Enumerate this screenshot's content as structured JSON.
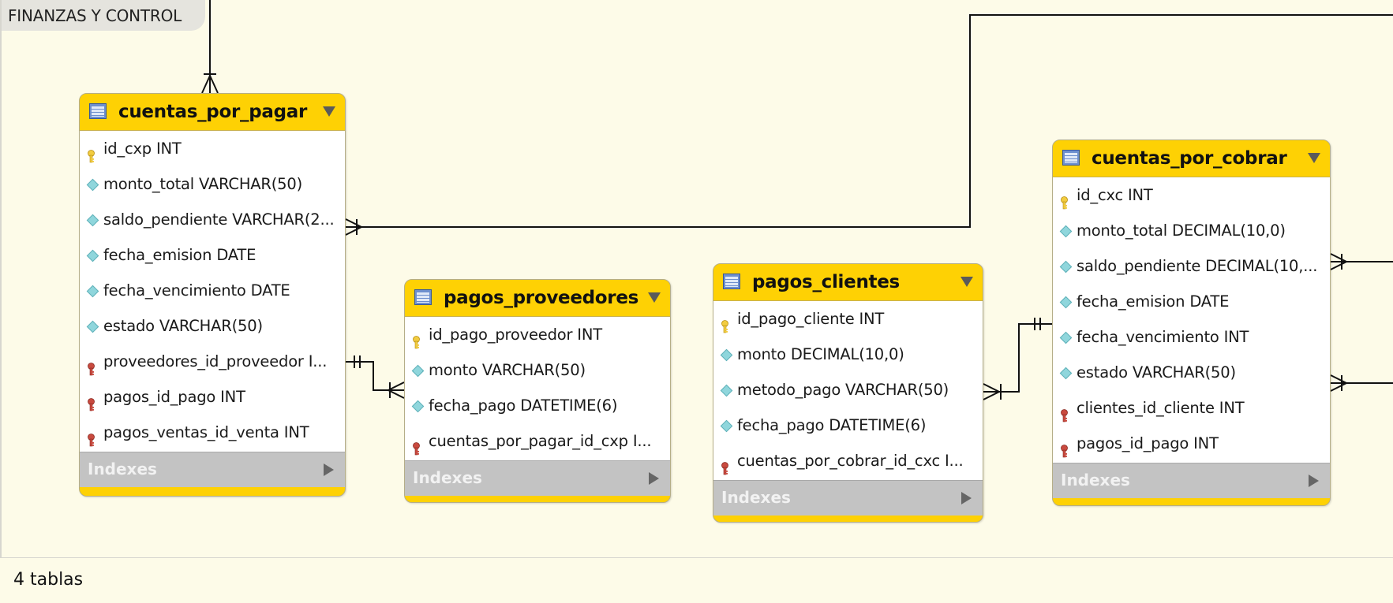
{
  "layer": {
    "title": "FINANZAS Y CONTROL"
  },
  "footer": {
    "status": "4 tablas"
  },
  "colors": {
    "header": "#fed104",
    "canvas": "#fdfbe8",
    "pk_key": "#f2cc40",
    "fk_key": "#c94a3f",
    "column_diamond": "#8fd6dc",
    "indexes_bar": "#c3c3c3"
  },
  "tables": {
    "cxp": {
      "name": "cuentas_por_pagar",
      "indexes_label": "Indexes",
      "columns": [
        {
          "kind": "pk",
          "text": "id_cxp INT"
        },
        {
          "kind": "col",
          "text": "monto_total VARCHAR(50)"
        },
        {
          "kind": "col",
          "text": "saldo_pendiente VARCHAR(2..."
        },
        {
          "kind": "col",
          "text": "fecha_emision DATE"
        },
        {
          "kind": "col",
          "text": "fecha_vencimiento DATE"
        },
        {
          "kind": "col",
          "text": "estado VARCHAR(50)"
        },
        {
          "kind": "fk",
          "text": "proveedores_id_proveedor I..."
        },
        {
          "kind": "fk",
          "text": "pagos_id_pago INT"
        },
        {
          "kind": "fk",
          "text": "pagos_ventas_id_venta INT"
        }
      ]
    },
    "pp": {
      "name": "pagos_proveedores",
      "indexes_label": "Indexes",
      "columns": [
        {
          "kind": "pk",
          "text": "id_pago_proveedor INT"
        },
        {
          "kind": "col",
          "text": "monto VARCHAR(50)"
        },
        {
          "kind": "col",
          "text": "fecha_pago DATETIME(6)"
        },
        {
          "kind": "fk",
          "text": "cuentas_por_pagar_id_cxp I..."
        }
      ]
    },
    "pc": {
      "name": "pagos_clientes",
      "indexes_label": "Indexes",
      "columns": [
        {
          "kind": "pk",
          "text": "id_pago_cliente INT"
        },
        {
          "kind": "col",
          "text": "monto DECIMAL(10,0)"
        },
        {
          "kind": "col",
          "text": "metodo_pago VARCHAR(50)"
        },
        {
          "kind": "col",
          "text": "fecha_pago DATETIME(6)"
        },
        {
          "kind": "fk",
          "text": "cuentas_por_cobrar_id_cxc I..."
        }
      ]
    },
    "cxc": {
      "name": "cuentas_por_cobrar",
      "indexes_label": "Indexes",
      "columns": [
        {
          "kind": "pk",
          "text": "id_cxc INT"
        },
        {
          "kind": "col",
          "text": "monto_total DECIMAL(10,0)"
        },
        {
          "kind": "col",
          "text": "saldo_pendiente DECIMAL(10,..."
        },
        {
          "kind": "col",
          "text": "fecha_emision DATE"
        },
        {
          "kind": "col",
          "text": "fecha_vencimiento INT"
        },
        {
          "kind": "col",
          "text": "estado VARCHAR(50)"
        },
        {
          "kind": "fk",
          "text": "clientes_id_cliente INT"
        },
        {
          "kind": "fk",
          "text": "pagos_id_pago INT"
        }
      ]
    }
  }
}
